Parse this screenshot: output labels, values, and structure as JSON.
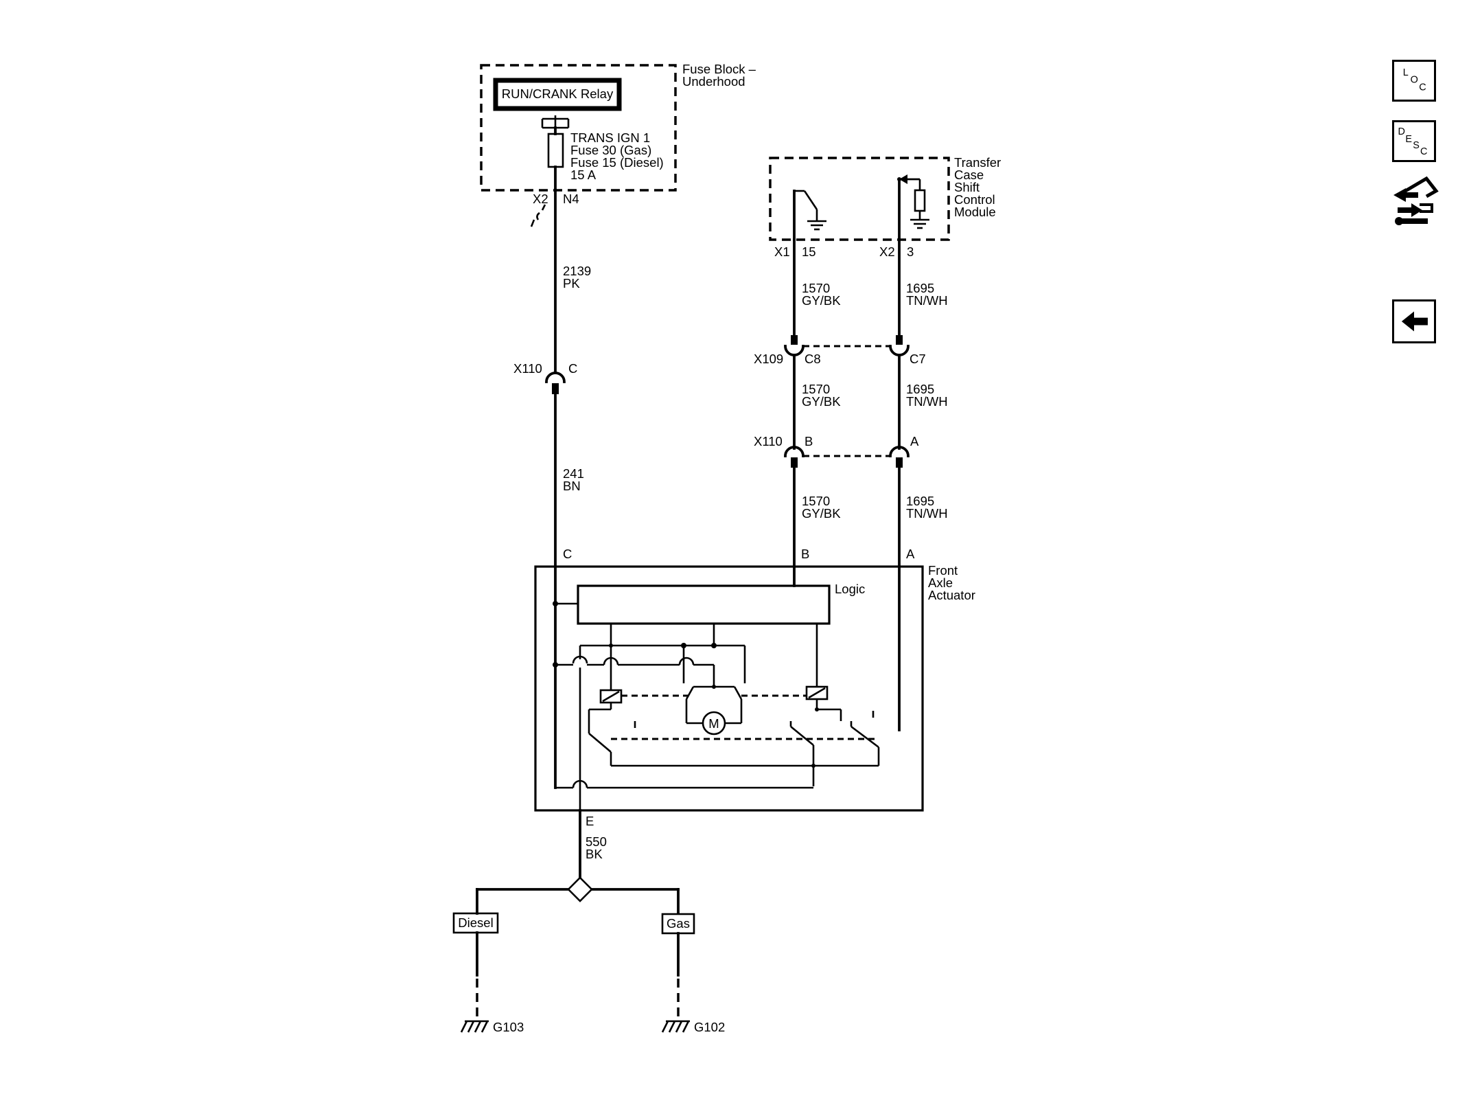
{
  "fuse_block": {
    "title": [
      "Fuse Block –",
      "Underhood"
    ],
    "relay": "RUN/CRANK Relay",
    "fuse_lines": [
      "TRANS IGN 1",
      "Fuse 30 (Gas)",
      "Fuse 15 (Diesel)",
      "15 A"
    ],
    "conn": "X2",
    "pin": "N4"
  },
  "tcscm": {
    "title": [
      "Transfer",
      "Case",
      "Shift",
      "Control",
      "Module"
    ],
    "conn1": "X1",
    "pin1": "15",
    "conn2": "X2",
    "pin2": "3"
  },
  "circuits": {
    "c2139": [
      "2139",
      "PK"
    ],
    "c241": [
      "241",
      "BN"
    ],
    "c1570": [
      "1570",
      "GY/BK"
    ],
    "c1695": [
      "1695",
      "TN/WH"
    ],
    "c550": [
      "550",
      "BK"
    ]
  },
  "connectors": {
    "x110_left": "X110",
    "x110_left_pin": "C",
    "x109": "X109",
    "x109_pin_b": "C8",
    "x109_pin_a": "C7",
    "x110_right": "X110",
    "x110_pin_b": "B",
    "x110_pin_a": "A"
  },
  "actuator": {
    "title": [
      "Front",
      "Axle",
      "Actuator"
    ],
    "logic": "Logic",
    "pin_c": "C",
    "pin_b": "B",
    "pin_a": "A",
    "pin_e": "E",
    "motor": "M"
  },
  "grounds": {
    "diesel": "Diesel",
    "gas": "Gas",
    "g103": "G103",
    "g102": "G102"
  },
  "nav": {
    "loc": [
      "L",
      "O",
      "C"
    ],
    "desc": [
      "D",
      "E",
      "S",
      "C"
    ],
    "loc_icon": "location-button-icon",
    "desc_icon": "description-button-icon",
    "connector_icon": "connector-tool-icon",
    "back_icon": "back-arrow-icon"
  }
}
